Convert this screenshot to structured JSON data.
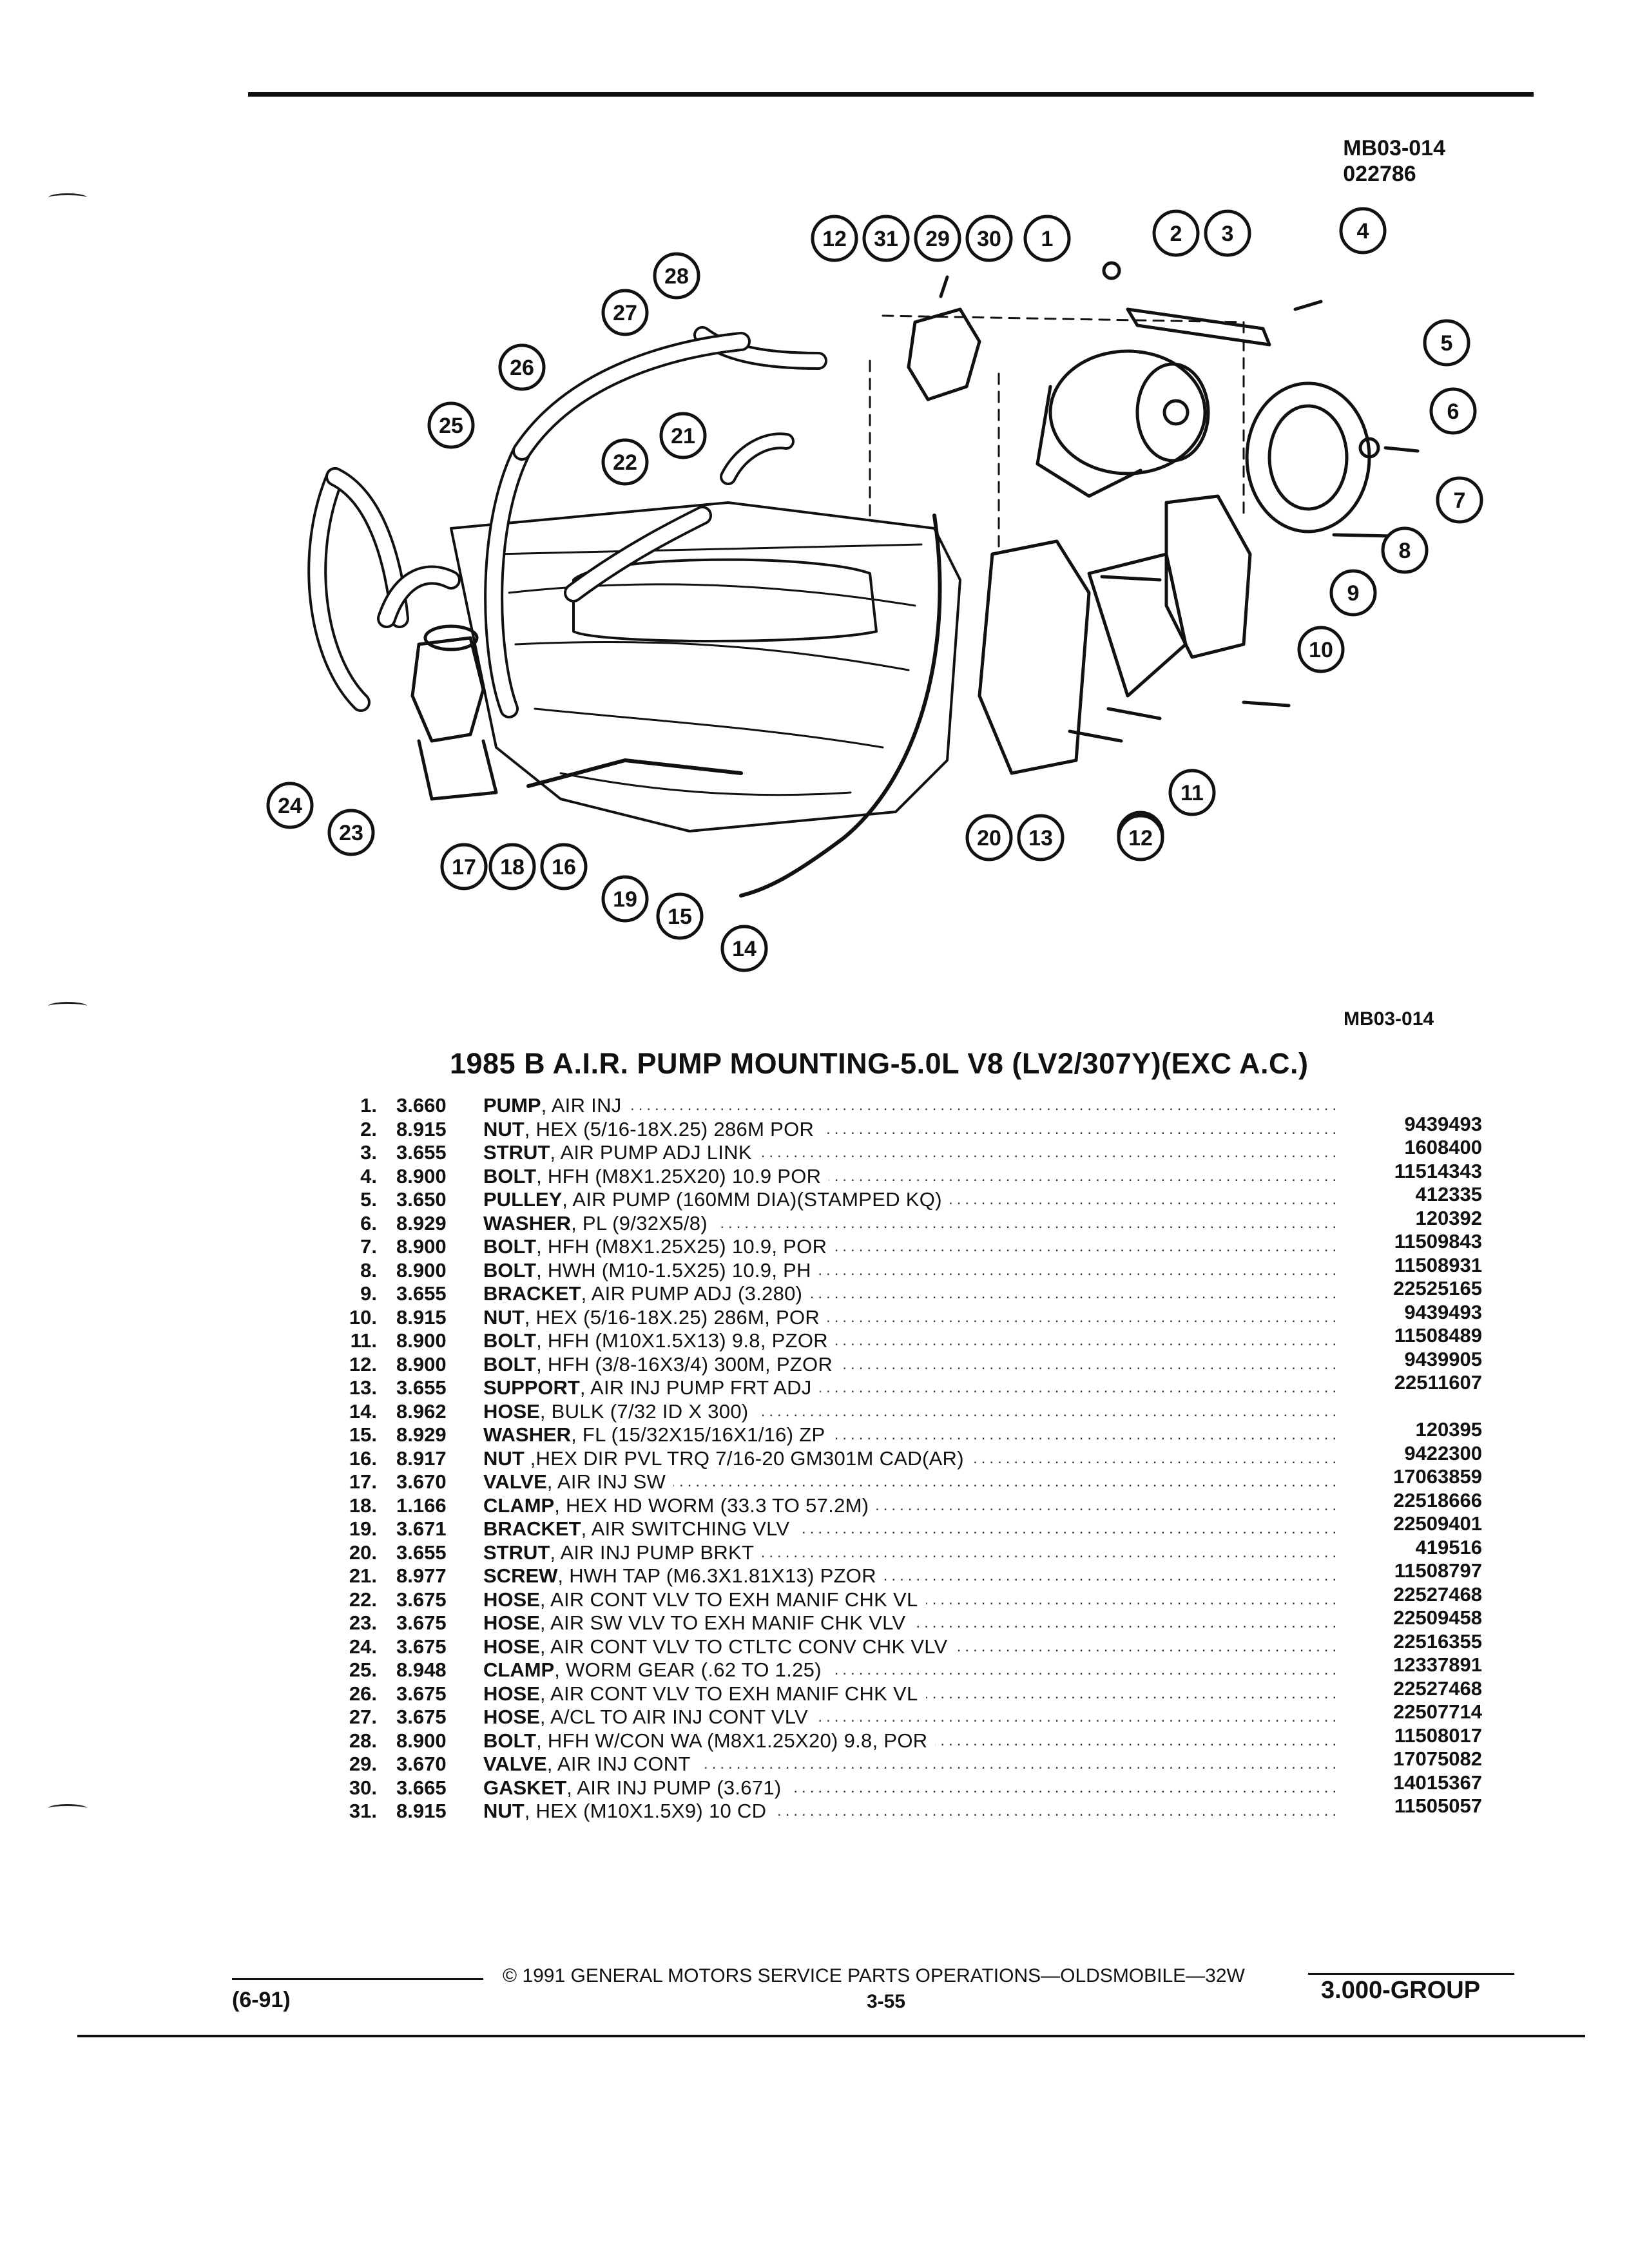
{
  "header": {
    "code": "MB03-014",
    "sub_code": "022786"
  },
  "diagram": {
    "code": "MB03-014",
    "callouts": [
      "12",
      "31",
      "29",
      "30",
      "1",
      "2",
      "3",
      "4",
      "28",
      "27",
      "26",
      "25",
      "21",
      "22",
      "5",
      "6",
      "7",
      "8",
      "9",
      "10",
      "11",
      "12",
      "24",
      "23",
      "17",
      "18",
      "16",
      "19",
      "15",
      "14",
      "20",
      "13",
      "12"
    ]
  },
  "title": "1985 B A.I.R. PUMP MOUNTING-5.0L V8 (LV2/307Y)(EXC A.C.)",
  "parts": [
    {
      "num": "1.",
      "code": "3.660",
      "name": "PUMP",
      "detail": ", AIR INJ",
      "pn": ""
    },
    {
      "num": "2.",
      "code": "8.915",
      "name": "NUT",
      "detail": ", HEX (5/16-18X.25) 286M POR",
      "pn": "9439493"
    },
    {
      "num": "3.",
      "code": "3.655",
      "name": "STRUT",
      "detail": ", AIR PUMP ADJ LINK",
      "pn": "1608400"
    },
    {
      "num": "4.",
      "code": "8.900",
      "name": "BOLT",
      "detail": ", HFH (M8X1.25X20) 10.9 POR",
      "pn": "11514343"
    },
    {
      "num": "5.",
      "code": "3.650",
      "name": "PULLEY",
      "detail": ", AIR PUMP (160MM DIA)(STAMPED KQ)",
      "pn": "412335"
    },
    {
      "num": "6.",
      "code": "8.929",
      "name": "WASHER",
      "detail": ", PL (9/32X5/8)",
      "pn": "120392"
    },
    {
      "num": "7.",
      "code": "8.900",
      "name": "BOLT",
      "detail": ", HFH (M8X1.25X25) 10.9, POR",
      "pn": "11509843"
    },
    {
      "num": "8.",
      "code": "8.900",
      "name": "BOLT",
      "detail": ", HWH (M10-1.5X25) 10.9, PH",
      "pn": "11508931"
    },
    {
      "num": "9.",
      "code": "3.655",
      "name": "BRACKET",
      "detail": ", AIR PUMP ADJ (3.280)",
      "pn": "22525165"
    },
    {
      "num": "10.",
      "code": "8.915",
      "name": "NUT",
      "detail": ", HEX (5/16-18X.25) 286M, POR",
      "pn": "9439493"
    },
    {
      "num": "11.",
      "code": "8.900",
      "name": "BOLT",
      "detail": ", HFH (M10X1.5X13) 9.8, PZOR",
      "pn": "11508489"
    },
    {
      "num": "12.",
      "code": "8.900",
      "name": "BOLT",
      "detail": ", HFH (3/8-16X3/4) 300M, PZOR",
      "pn": "9439905"
    },
    {
      "num": "13.",
      "code": "3.655",
      "name": "SUPPORT",
      "detail": ", AIR INJ PUMP FRT ADJ",
      "pn": "22511607"
    },
    {
      "num": "14.",
      "code": "8.962",
      "name": "HOSE",
      "detail": ", BULK (7/32 ID X 300)",
      "pn": ""
    },
    {
      "num": "15.",
      "code": "8.929",
      "name": "WASHER",
      "detail": ", FL (15/32X15/16X1/16) ZP",
      "pn": "120395"
    },
    {
      "num": "16.",
      "code": "8.917",
      "name": "NUT",
      "detail": " ,HEX DIR PVL TRQ 7/16-20 GM301M CAD(AR)",
      "pn": "9422300"
    },
    {
      "num": "17.",
      "code": "3.670",
      "name": "VALVE",
      "detail": ", AIR INJ SW",
      "pn": "17063859"
    },
    {
      "num": "18.",
      "code": "1.166",
      "name": "CLAMP",
      "detail": ", HEX HD WORM (33.3 TO 57.2M)",
      "pn": "22518666"
    },
    {
      "num": "19.",
      "code": "3.671",
      "name": "BRACKET",
      "detail": ", AIR SWITCHING VLV",
      "pn": "22509401"
    },
    {
      "num": "20.",
      "code": "3.655",
      "name": "STRUT",
      "detail": ", AIR INJ PUMP BRKT",
      "pn": "419516"
    },
    {
      "num": "21.",
      "code": "8.977",
      "name": "SCREW",
      "detail": ", HWH TAP (M6.3X1.81X13) PZOR",
      "pn": "11508797"
    },
    {
      "num": "22.",
      "code": "3.675",
      "name": "HOSE",
      "detail": ", AIR CONT VLV TO EXH MANIF CHK VL",
      "pn": "22527468"
    },
    {
      "num": "23.",
      "code": "3.675",
      "name": "HOSE",
      "detail": ", AIR SW VLV TO EXH MANIF CHK VLV",
      "pn": "22509458"
    },
    {
      "num": "24.",
      "code": "3.675",
      "name": "HOSE",
      "detail": ", AIR CONT VLV TO CTLTC CONV CHK VLV",
      "pn": "22516355"
    },
    {
      "num": "25.",
      "code": "8.948",
      "name": "CLAMP",
      "detail": ", WORM GEAR (.62 TO 1.25)",
      "pn": "12337891"
    },
    {
      "num": "26.",
      "code": "3.675",
      "name": "HOSE",
      "detail": ", AIR CONT VLV TO EXH MANIF CHK VL",
      "pn": "22527468"
    },
    {
      "num": "27.",
      "code": "3.675",
      "name": "HOSE",
      "detail": ", A/CL TO AIR INJ CONT VLV",
      "pn": "22507714"
    },
    {
      "num": "28.",
      "code": "8.900",
      "name": "BOLT",
      "detail": ", HFH W/CON WA (M8X1.25X20) 9.8, POR",
      "pn": "11508017"
    },
    {
      "num": "29.",
      "code": "3.670",
      "name": "VALVE",
      "detail": ", AIR INJ CONT",
      "pn": "17075082"
    },
    {
      "num": "30.",
      "code": "3.665",
      "name": "GASKET",
      "detail": ", AIR INJ PUMP (3.671)",
      "pn": "14015367"
    },
    {
      "num": "31.",
      "code": "8.915",
      "name": "NUT",
      "detail": ", HEX (M10X1.5X9) 10 CD",
      "pn": "11505057"
    }
  ],
  "footer": {
    "copyright": "© 1991 GENERAL MOTORS SERVICE PARTS OPERATIONS—OLDSMOBILE—32W",
    "page": "3-55",
    "date": "(6-91)",
    "group": "3.000-GROUP"
  }
}
